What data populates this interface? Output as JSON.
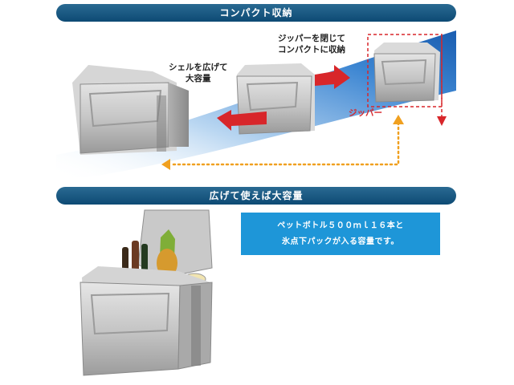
{
  "sections": {
    "compact": {
      "title": "コンパクト収納",
      "callout_expand": [
        "シェルを広げて",
        "大容量"
      ],
      "callout_compact": [
        "ジッパーを閉じて",
        "コンパクトに収納"
      ],
      "zipper_label": "ジッパー"
    },
    "capacity": {
      "title": "広げて使えば大容量",
      "info_lines": [
        "ペットボトル５００ｍｌ１６本と",
        "氷点下パックが入る容量です。"
      ]
    }
  },
  "colors": {
    "banner": "#0d4a74",
    "info_box": "#1e96d8",
    "arrow_red": "#d8262a",
    "arrow_orange": "#f0a020",
    "stream_blue": "#1a6fc0"
  }
}
